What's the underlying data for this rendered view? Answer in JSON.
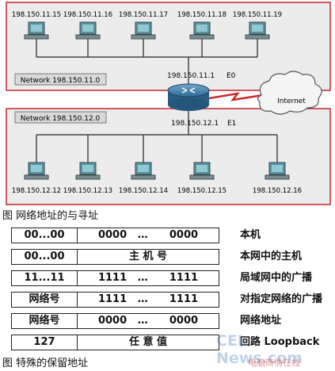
{
  "figure1": {
    "caption": "图 网络地址的与寻址",
    "top_network_label": "Network 198.150.11.0",
    "bottom_network_label": "Network 198.150.12.0",
    "top_hosts": [
      "198.150.11.15",
      "198.150.11.16",
      "198.150.11.17",
      "198.150.11.18",
      "198.150.11.19"
    ],
    "bottom_hosts": [
      "198.150.12.12",
      "198.150.12.13",
      "198.150.12.14",
      "198.150.12.15",
      "198.150.12.16"
    ],
    "router_e0_ip": "198.150.11.1",
    "router_e0_label": "E0",
    "router_e1_ip": "198.150.12.1",
    "router_e1_label": "E1",
    "cloud_label": "Internet",
    "colors": {
      "segment_border": "#c0282d",
      "cloud_bolt": "#d0282d"
    }
  },
  "table": {
    "rows": [
      {
        "col1": "00...00",
        "col2": "0000   …      0000",
        "desc": "本机"
      },
      {
        "col1": "00...00",
        "col2": "主 机 号",
        "desc": "本网中的主机"
      },
      {
        "col1": "11...11",
        "col2": "1111   …      1111",
        "desc": "局域网中的广播"
      },
      {
        "col1": "网络号",
        "col2": "1111   …      1111",
        "desc": "对指定网络的广播"
      },
      {
        "col1": "网络号",
        "col2": "0000   …      0000",
        "desc": "网络地址"
      },
      {
        "col1": "127",
        "col2": "任 意 值",
        "desc": "回路 Loopback"
      }
    ]
  },
  "caption2": "图 特殊的保留地址",
  "watermark": {
    "brand": "CEL News.com",
    "tagline": "电脑商情在线"
  }
}
